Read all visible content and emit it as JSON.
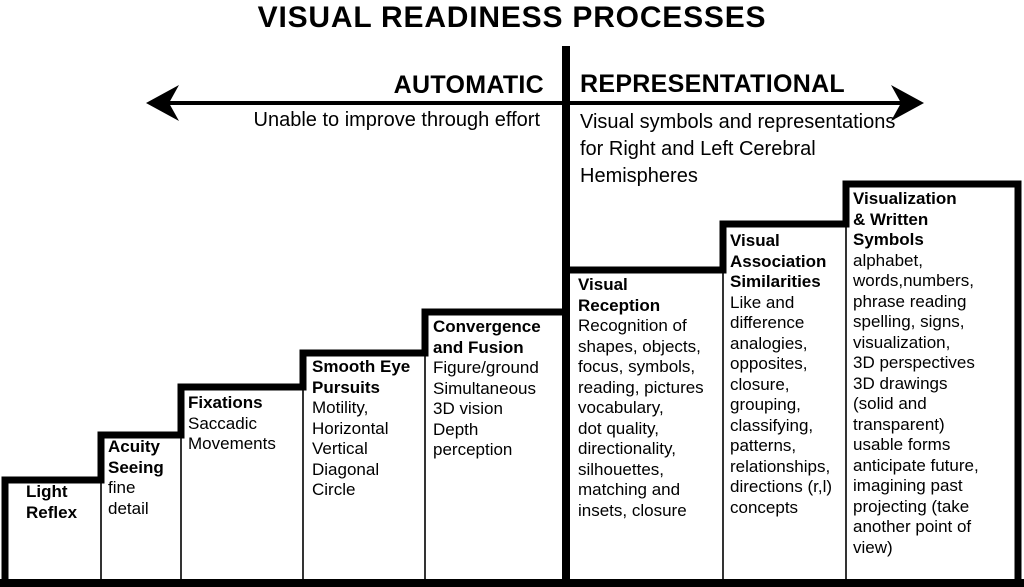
{
  "title": "VISUAL READINESS PROCESSES",
  "axis": {
    "left_label": "AUTOMATIC",
    "left_desc": "Unable to improve through effort",
    "right_label": "REPRESENTATIONAL",
    "right_desc": "Visual symbols and representations\nfor Right and Left Cerebral\nHemispheres"
  },
  "steps": [
    {
      "title": "Light\nReflex",
      "body": ""
    },
    {
      "title": "Acuity\nSeeing",
      "body": "fine\ndetail"
    },
    {
      "title": "Fixations",
      "body": "Saccadic\nMovements"
    },
    {
      "title": "Smooth Eye\nPursuits",
      "body": "Motility,\nHorizontal\nVertical\nDiagonal\nCircle"
    },
    {
      "title": "Convergence\nand Fusion",
      "body": "Figure/ground\nSimultaneous\n3D vision\nDepth\nperception"
    },
    {
      "title": "Visual\nReception",
      "body": "Recognition of\nshapes, objects,\nfocus, symbols,\nreading, pictures\nvocabulary,\ndot quality,\ndirectionality,\nsilhouettes,\nmatching and\ninsets, closure"
    },
    {
      "title": "Visual\nAssociation\nSimilarities",
      "body": "Like and\ndifference\nanalogies,\nopposites,\nclosure,\ngrouping,\nclassifying,\npatterns,\nrelationships,\ndirections (r,l)\nconcepts"
    },
    {
      "title": "Visualization\n& Written\nSymbols",
      "body": "alphabet,\nwords,numbers,\nphrase reading\nspelling, signs,\nvisualization,\n3D perspectives\n3D drawings\n(solid and\ntransparent)\nusable forms\nanticipate future,\nimagining past\nprojecting (take\nanother point of\nview)"
    }
  ],
  "colors": {
    "ink": "#000000",
    "background": "#ffffff"
  }
}
